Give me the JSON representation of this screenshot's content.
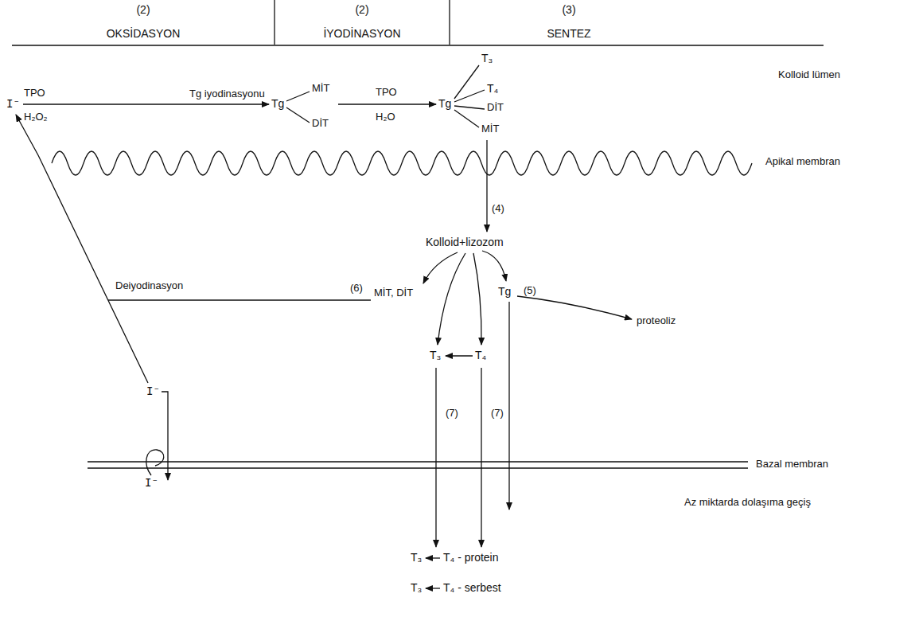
{
  "diagram": {
    "labels": [
      "(2)",
      "OKSİDASYON",
      "(2)",
      "İYODİNASYON",
      "(3)",
      "SENTEZ",
      "I⁻",
      "TPO",
      "H₂O₂",
      "Tg iyodinasyonu",
      "Tg",
      "MİT",
      "DİT",
      "TPO",
      "H₂O",
      "Tg",
      "T₃",
      "T₄",
      "DİT",
      "MİT",
      "Kolloid lümen",
      "Apikal membran",
      "(4)",
      "Kolloid+lizozom",
      "Deiyodinasyon",
      "(6)",
      "MİT, DİT",
      "Tg",
      "(5)",
      "proteoliz",
      "T₃",
      "T₄",
      "(7)",
      "(7)",
      "I⁻",
      "I⁻",
      "Bazal membran",
      "Az miktarda dolaşıma geçiş",
      "T₃",
      "T₄ - protein",
      "T₃",
      "T₄ - serbest"
    ]
  }
}
